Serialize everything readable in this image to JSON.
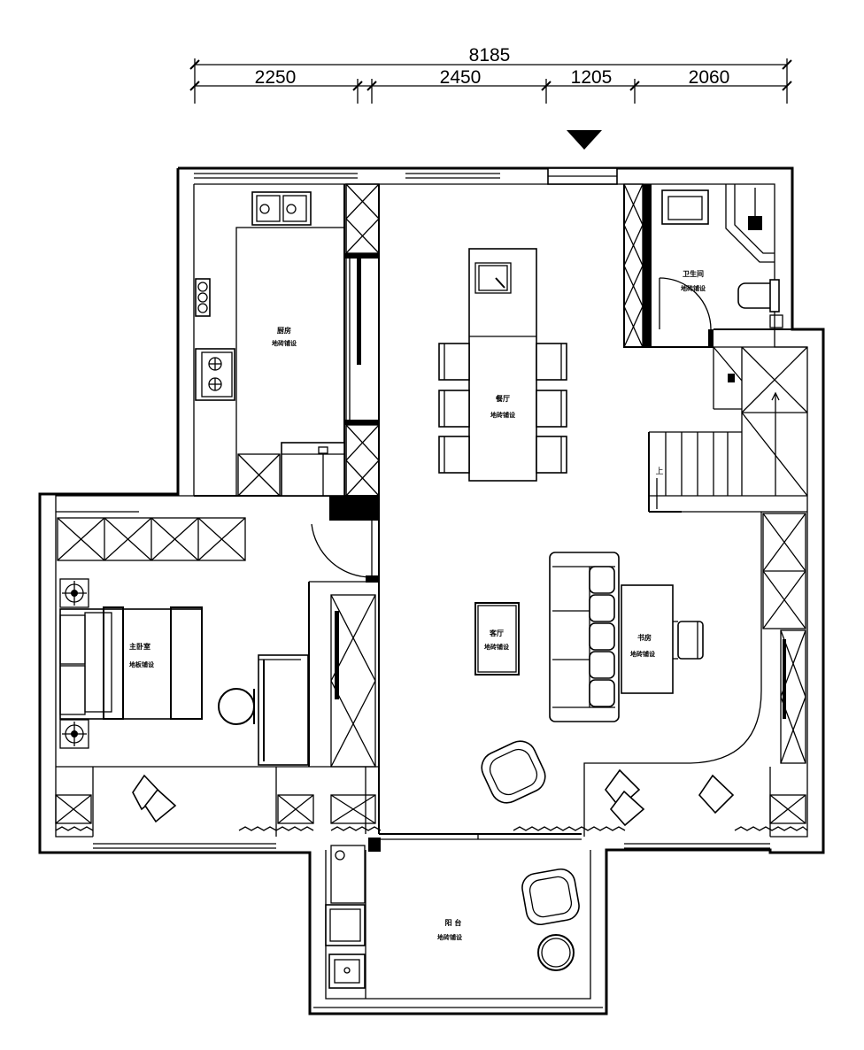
{
  "dimensions": {
    "total": "8185",
    "segments": [
      "2250",
      "2450",
      "1205",
      "2060"
    ]
  },
  "rooms": {
    "kitchen": {
      "name": "厨房",
      "floor": "地砖铺设"
    },
    "dining": {
      "name": "餐厅",
      "floor": "地砖铺设"
    },
    "bathroom": {
      "name": "卫生间",
      "floor": "地砖铺设"
    },
    "bedroom": {
      "name": "主卧室",
      "floor": "地板铺设"
    },
    "living": {
      "name": "客厅",
      "floor": "地砖铺设"
    },
    "study": {
      "name": "书房",
      "floor": "地砖铺设"
    },
    "balcony": {
      "name": "阳 台",
      "floor": "地砖铺设"
    }
  },
  "stair": {
    "up_label": "上"
  },
  "icons": {
    "entrance": "entrance-arrow-icon"
  },
  "colors": {
    "line": "#000000",
    "background": "#ffffff"
  }
}
